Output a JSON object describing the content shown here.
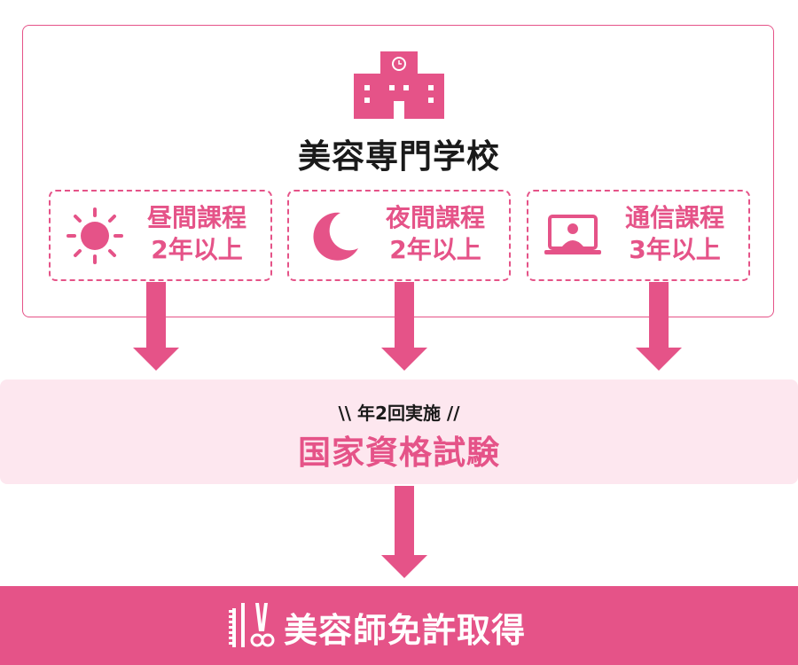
{
  "school": {
    "title": "美容専門学校"
  },
  "courses": [
    {
      "name": "昼間課程",
      "years": "2年以上",
      "icon": "sun-icon"
    },
    {
      "name": "夜間課程",
      "years": "2年以上",
      "icon": "moon-icon"
    },
    {
      "name": "通信課程",
      "years": "3年以上",
      "icon": "online-monitor-icon"
    }
  ],
  "exam": {
    "frequency": "年2回実施",
    "title": "国家資格試験"
  },
  "license": {
    "title": "美容師免許取得",
    "icon": "comb-scissors-icon"
  },
  "colors": {
    "accent": "#e55388",
    "exam_band": "#fde7ef",
    "text": "#1a1a1a"
  }
}
